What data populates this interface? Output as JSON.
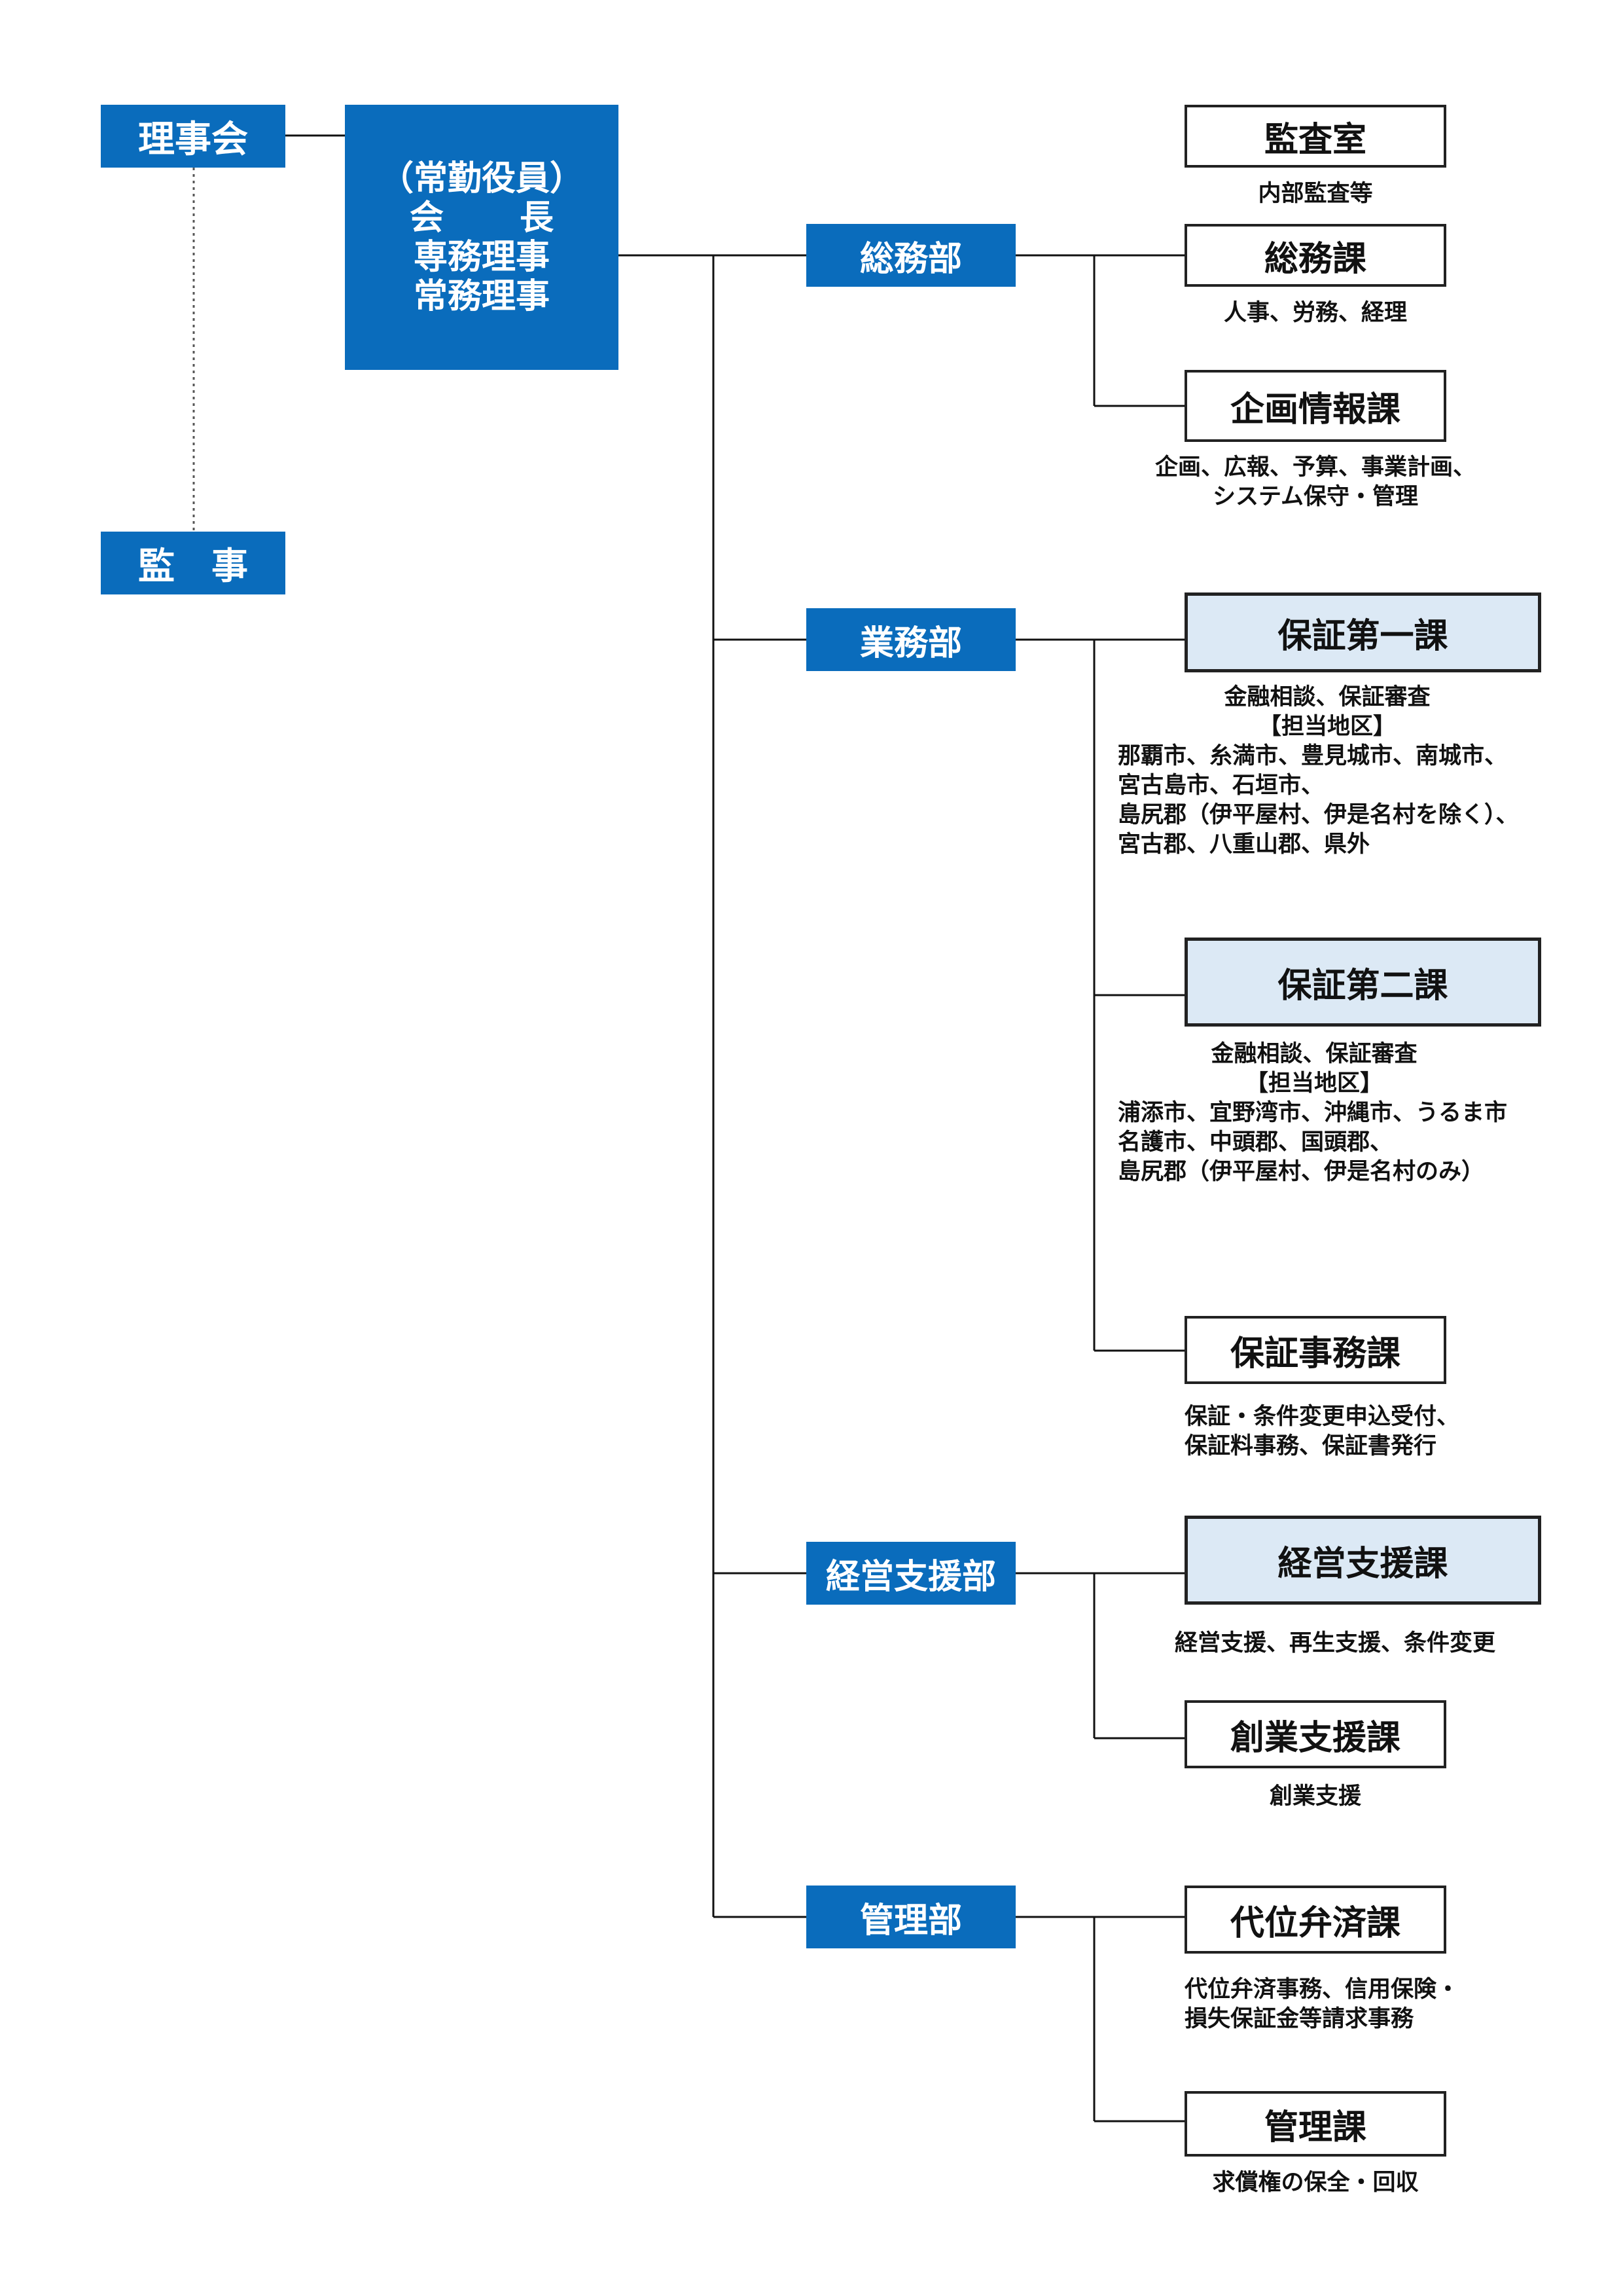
{
  "board": {
    "label": "理事会"
  },
  "auditor": {
    "label": "監　事"
  },
  "executives": {
    "lines": [
      "（常勤役員）",
      "会",
      "長",
      "専務理事",
      "常務理事"
    ]
  },
  "departments": [
    {
      "name": "総務部",
      "sections": [
        {
          "name": "監査室",
          "desc": [
            "内部監査等"
          ]
        },
        {
          "name": "総務課",
          "desc": [
            "人事、労務、経理"
          ]
        },
        {
          "name": "企画情報課",
          "desc": [
            "企画、広報、予算、事業計画、",
            "システム保守・管理"
          ]
        }
      ]
    },
    {
      "name": "業務部",
      "sections": [
        {
          "name": "保証第一課",
          "desc": [
            "金融相談、保証審査",
            "【担当地区】",
            "那覇市、糸満市、豊見城市、南城市、",
            "宮古島市、石垣市、",
            "島尻郡（伊平屋村、伊是名村を除く）、",
            "宮古郡、八重山郡、県外"
          ]
        },
        {
          "name": "保証第二課",
          "desc": [
            "金融相談、保証審査",
            "【担当地区】",
            "浦添市、宜野湾市、沖縄市、うるま市",
            "名護市、中頭郡、国頭郡、",
            "島尻郡（伊平屋村、伊是名村のみ）"
          ]
        },
        {
          "name": "保証事務課",
          "desc": [
            "保証・条件変更申込受付、",
            "保証料事務、保証書発行"
          ]
        }
      ]
    },
    {
      "name": "経営支援部",
      "sections": [
        {
          "name": "経営支援課",
          "desc": [
            "経営支援、再生支援、条件変更"
          ]
        },
        {
          "name": "創業支援課",
          "desc": [
            "創業支援"
          ]
        }
      ]
    },
    {
      "name": "管理部",
      "sections": [
        {
          "name": "代位弁済課",
          "desc": [
            "代位弁済事務、信用保険・",
            "損失保証金等請求事務"
          ]
        },
        {
          "name": "管理課",
          "desc": [
            "求償権の保全・回収"
          ]
        }
      ]
    }
  ]
}
